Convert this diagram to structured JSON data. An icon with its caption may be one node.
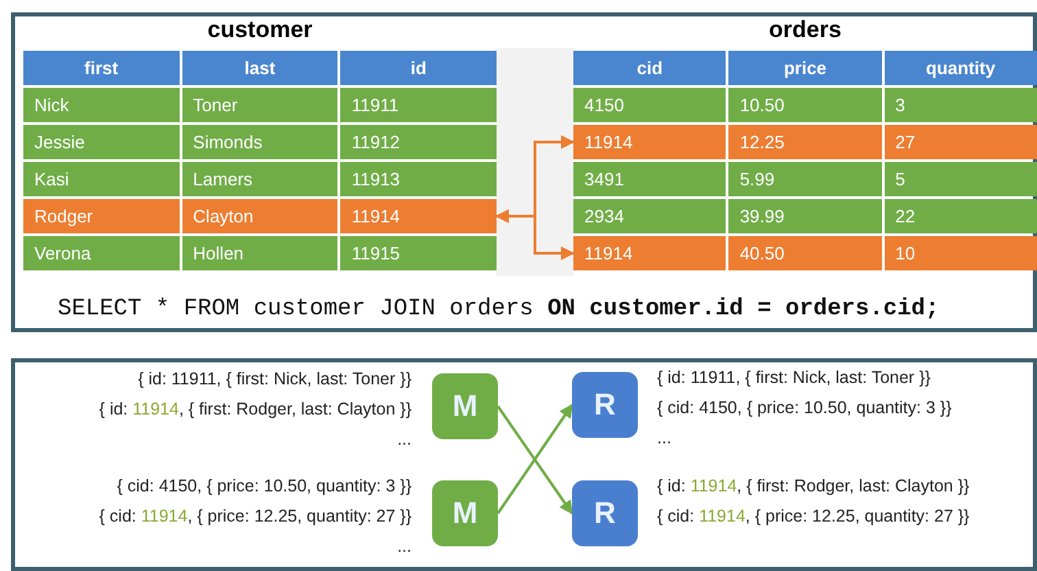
{
  "diagram": {
    "nodes": [
      {
        "text": [
          "customer"
        ]
      },
      {
        "text": [
          "first",
          "last",
          "id"
        ],
        "in": 0
      },
      {
        "text": [
          "Nick",
          "Toner",
          "11911"
        ],
        "in": 0
      },
      {
        "text": [
          "Jessie",
          "Simonds",
          "11912"
        ],
        "in": 0
      },
      {
        "text": [
          "Kasi",
          "Lamers",
          "11913"
        ],
        "in": 0
      },
      {
        "text": [
          "Rodger",
          "Clayton",
          "11914"
        ],
        "in": 0
      },
      {
        "text": [
          "Verona",
          "Hollen",
          "11915"
        ],
        "in": 0
      },
      {
        "text": [
          "orders"
        ]
      },
      {
        "text": [
          "cid",
          "price",
          "quantity"
        ],
        "in": 7
      },
      {
        "text": [
          "4150",
          "10.50",
          "3"
        ],
        "in": 7
      },
      {
        "text": [
          "11914",
          "12.25",
          "27"
        ],
        "in": 7
      },
      {
        "text": [
          "3491",
          "5.99",
          "5"
        ],
        "in": 7
      },
      {
        "text": [
          "2934",
          "39.99",
          "22"
        ],
        "in": 7
      },
      {
        "text": [
          "11914",
          "40.50",
          "10"
        ],
        "in": 7
      },
      {
        "text": [
          "M"
        ],
        "beside": [
          "{ id: 11911, { first: Nick, last: Toner }}",
          "{ id: *11914*, { first: Rodger, last: Clayton }}",
          "..."
        ]
      },
      {
        "text": [
          "M"
        ],
        "beside": [
          "{ cid: 4150, { price: 10.50, quantity: 3 }}",
          "{ cid: *11914*, { price: 12.25, quantity: 27 }}",
          "..."
        ]
      },
      {
        "text": [
          "R"
        ],
        "beside": [
          "{ id: 11911, { first: Nick, last: Toner }}",
          "{ cid: 4150, { price: 10.50, quantity: 3 }}",
          "..."
        ]
      },
      {
        "text": [
          "R"
        ],
        "beside": [
          "{ id: *11914*, { first: Rodger, last: Clayton }}",
          "{ cid: *11914*, { price: 12.25, quantity: 27 }}"
        ]
      }
    ],
    "edges": [
      {
        "from": 5,
        "to": 10,
        "arrow": "both",
        "color": "#ed7d31"
      },
      {
        "from": 5,
        "to": 13,
        "arrow": "both",
        "color": "#ed7d31"
      },
      {
        "from": 14,
        "to": 17,
        "arrow": "to",
        "color": "#70ad47"
      },
      {
        "from": 15,
        "to": 16,
        "arrow": "to",
        "color": "#70ad47"
      }
    ],
    "labels": [
      "SELECT * FROM customer JOIN orders **ON customer.id = orders.cid;**"
    ]
  }
}
